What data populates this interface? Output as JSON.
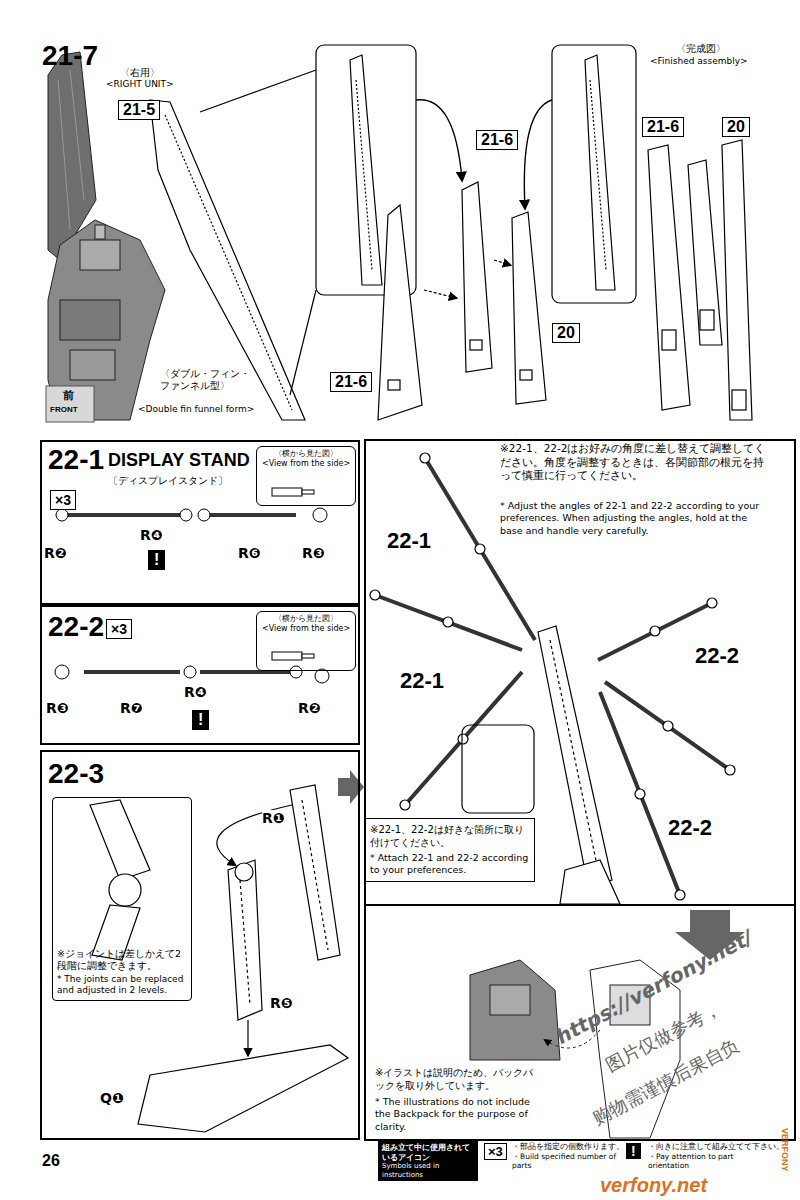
{
  "diagram": {
    "nodes": [
      {
        "text": [
          "21-7"
        ]
      },
      {
        "text": [
          "21-5"
        ],
        "in": 0
      },
      {
        "text": [
          "21-6"
        ],
        "in": 0
      },
      {
        "text": [
          "21-6"
        ],
        "in": 0
      },
      {
        "text": [
          "20"
        ],
        "in": 0
      },
      {
        "text": [
          "21-6"
        ],
        "in": 0
      },
      {
        "text": [
          "20"
        ],
        "in": 0
      },
      {
        "text": [
          "22-1",
          "DISPLAY STAND",
          "〔ディスプレイスタンド〕"
        ]
      },
      {
        "text": [
          "×3"
        ],
        "in": 7
      },
      {
        "text": [
          "〈横から見た図〉",
          "<View from the side>"
        ],
        "in": 7
      },
      {
        "text": [
          "!"
        ],
        "in": 7
      },
      {
        "text": [
          "22-2"
        ]
      },
      {
        "text": [
          "×3"
        ],
        "in": 11
      },
      {
        "text": [
          "〈横から見た図〉",
          "<View from the side>"
        ],
        "in": 11
      },
      {
        "text": [
          "!"
        ],
        "in": 11
      },
      {
        "text": [
          "22-3"
        ]
      },
      {
        "text": [
          "※ジョイントは差しかえて2段階に調整できます。",
          "* The joints can be replaced and adjusted in 2 levels."
        ],
        "in": 15
      },
      {
        "text": [
          "※22-1、22-2は好きな箇所に取り付けてください。",
          "* Attach 22-1 and 22-2 according to your preferences."
        ]
      },
      {
        "text": [
          "組み立て中に使用されているアイコン",
          "Symbols used in instructions"
        ]
      },
      {
        "text": [
          "×3"
        ]
      },
      {
        "text": [
          "!"
        ]
      }
    ],
    "labels": [
      "〈右用〉",
      "<RIGHT UNIT>",
      "〈完成図〉",
      "<Finished assembly>",
      "〈ダブル・フィン・ファンネル型〉",
      "<Double fin funnel form>",
      "前",
      "FRONT",
      "R❷",
      "R❹",
      "R❻",
      "R❸",
      "R❸",
      "R❼",
      "R❹",
      "R❷",
      "R❶",
      "R❺",
      "Q❶",
      "※22-1、22-2はお好みの角度に差し替えて調整してください。角度を調整するときは、各関節部の根元を持って慎重に行ってください。",
      "* Adjust the angles of 22-1 and 22-2 according to your preferences. When adjusting the angles, hold at the base and handle very carefully.",
      "22-1",
      "22-1",
      "22-2",
      "22-2",
      "※イラストは説明のため、バックパックを取り外しています。",
      "* The illustrations do not include the Backpack for the purpose of clarity.",
      "26",
      "・部品を指定の個数作ります。",
      "・Build specified number of parts",
      "・向きに注意して組み立てて下さい。",
      "・Pay attention to part orientation",
      "https://verfony.net/",
      "图片仅做参考，",
      "购物需谨慎后果自负",
      "verfony.net",
      "VERFONY"
    ]
  }
}
